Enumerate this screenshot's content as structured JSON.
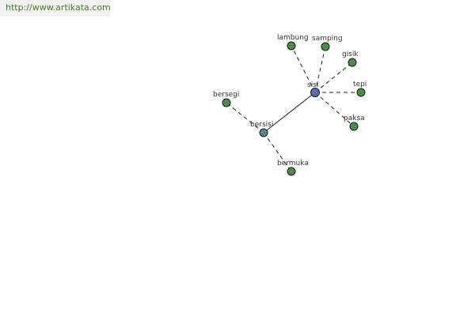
{
  "source": {
    "url_text": "http://www.artikata.com"
  },
  "graph": {
    "colors": {
      "hub": "#5b6cae",
      "intermediate": "#4f8a86",
      "leaf": "#4c8c46"
    },
    "nodes": [
      {
        "id": "sisi",
        "label": "sisi",
        "role": "hub"
      },
      {
        "id": "bersisi",
        "label": "bersisi",
        "role": "intermediate"
      },
      {
        "id": "lambung",
        "label": "lambung",
        "role": "leaf"
      },
      {
        "id": "samping",
        "label": "samping",
        "role": "leaf"
      },
      {
        "id": "gisik",
        "label": "gisik",
        "role": "leaf"
      },
      {
        "id": "tepi",
        "label": "tepi",
        "role": "leaf"
      },
      {
        "id": "paksa",
        "label": "paksa",
        "role": "leaf"
      },
      {
        "id": "bersegi",
        "label": "bersegi",
        "role": "leaf"
      },
      {
        "id": "bermuka",
        "label": "bermuka",
        "role": "leaf"
      }
    ],
    "edges": [
      {
        "from": "sisi",
        "to": "bersisi",
        "style": "solid"
      },
      {
        "from": "sisi",
        "to": "lambung",
        "style": "dashed"
      },
      {
        "from": "sisi",
        "to": "samping",
        "style": "dashed"
      },
      {
        "from": "sisi",
        "to": "gisik",
        "style": "dashed"
      },
      {
        "from": "sisi",
        "to": "tepi",
        "style": "dashed"
      },
      {
        "from": "sisi",
        "to": "paksa",
        "style": "dashed"
      },
      {
        "from": "bersisi",
        "to": "bersegi",
        "style": "dashed"
      },
      {
        "from": "bersisi",
        "to": "bermuka",
        "style": "dashed"
      }
    ]
  }
}
